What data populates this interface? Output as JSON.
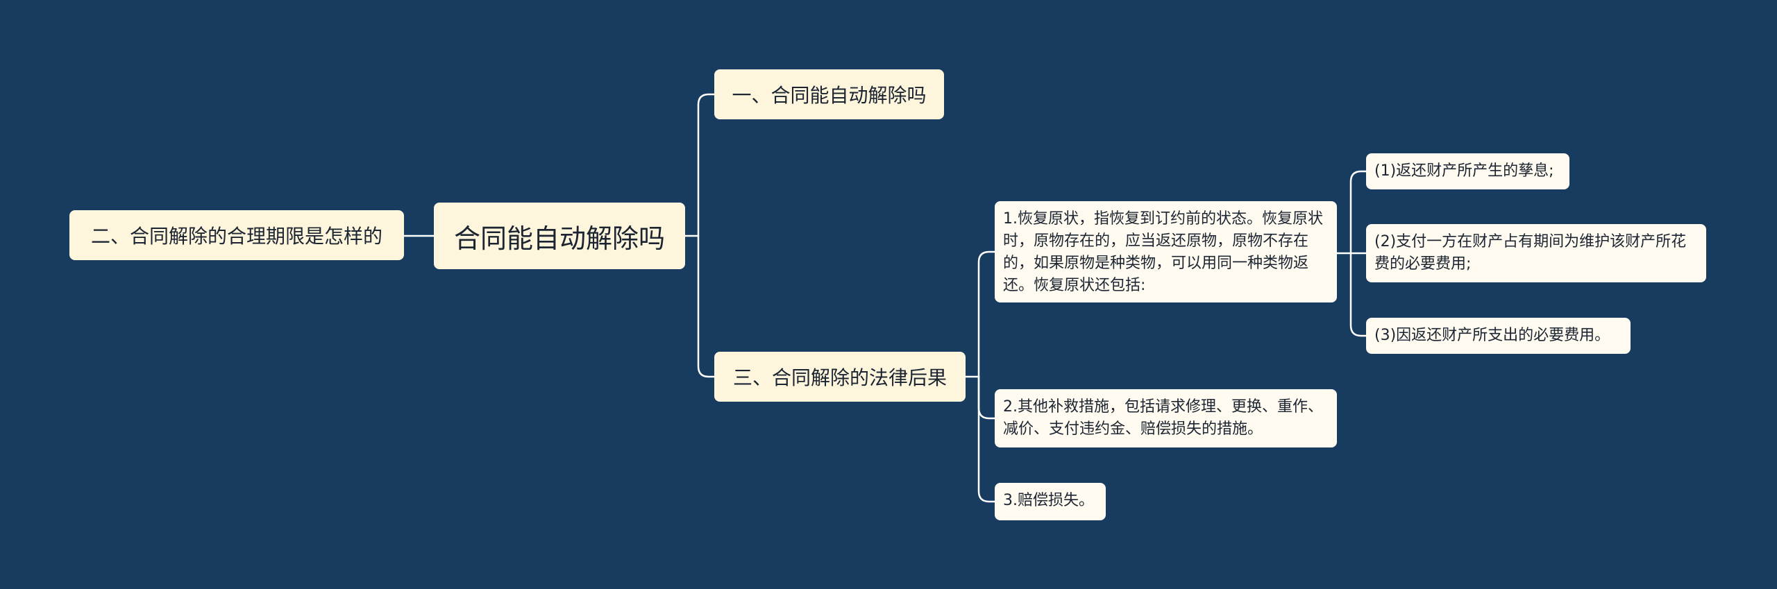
{
  "colors": {
    "background": "#173c5f",
    "node_fill": "#fdf6dd",
    "connector": "#ffffff",
    "text": "#1b2430"
  },
  "root": {
    "label": "合同能自动解除吗"
  },
  "left_branch": {
    "label": "二、合同解除的合理期限是怎样的"
  },
  "right_branches": [
    {
      "label": "一、合同能自动解除吗"
    },
    {
      "label": "三、合同解除的法律后果",
      "children": [
        {
          "label": "1.恢复原状，指恢复到订约前的状态。恢复原状时，原物存在的，应当返还原物，原物不存在的，如果原物是种类物，可以用同一种类物返还。恢复原状还包括:",
          "children": [
            {
              "label": "(1)返还财产所产生的孳息;"
            },
            {
              "label": "(2)支付一方在财产占有期间为维护该财产所花费的必要费用;"
            },
            {
              "label": "(3)因返还财产所支出的必要费用。"
            }
          ]
        },
        {
          "label": "2.其他补救措施，包括请求修理、更换、重作、减价、支付违约金、赔偿损失的措施。"
        },
        {
          "label": "3.赔偿损失。"
        }
      ]
    }
  ]
}
